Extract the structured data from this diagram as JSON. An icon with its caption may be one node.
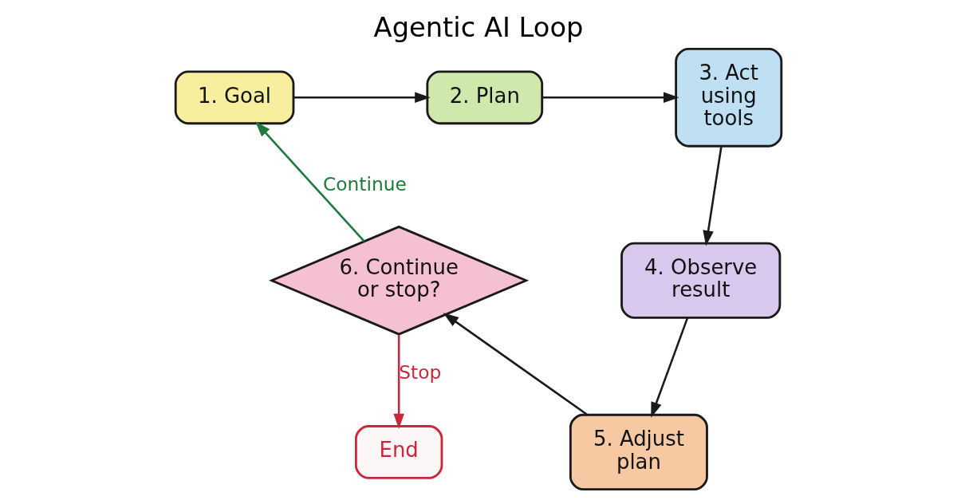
{
  "diagram": {
    "title": "Agentic AI Loop",
    "nodes": [
      {
        "text": [
          "1. Goal"
        ]
      },
      {
        "text": [
          "2. Plan"
        ]
      },
      {
        "text": [
          "3. Act using tools"
        ]
      },
      {
        "text": [
          "4. Observe result"
        ]
      },
      {
        "text": [
          "5. Adjust plan"
        ]
      },
      {
        "text": [
          "6. Continue or stop?"
        ]
      },
      {
        "text": [
          "End"
        ]
      }
    ],
    "edges": [
      {
        "from": 0,
        "to": 1,
        "arrow": "to"
      },
      {
        "from": 1,
        "to": 2,
        "arrow": "to"
      },
      {
        "from": 2,
        "to": 3,
        "arrow": "to"
      },
      {
        "from": 3,
        "to": 4,
        "arrow": "to"
      },
      {
        "from": 4,
        "to": 5,
        "arrow": "to"
      },
      {
        "from": 5,
        "to": 0,
        "arrow": "to",
        "label": "Continue",
        "color": "#1e7a3c"
      },
      {
        "from": 5,
        "to": 6,
        "arrow": "to",
        "label": "Stop",
        "color": "#c8283c"
      }
    ]
  }
}
